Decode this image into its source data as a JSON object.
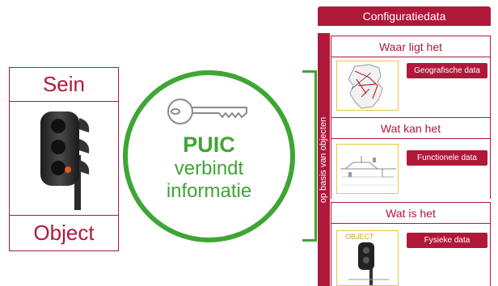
{
  "left_card": {
    "top_label": "Sein",
    "bottom_label": "Object"
  },
  "center": {
    "title": "PUIC",
    "line1": "verbindt",
    "line2": "informatie"
  },
  "right": {
    "header": "Configuratiedata",
    "vertical_label": "op basis van objecten",
    "sections": [
      {
        "title": "Waar ligt het",
        "badge": "Geografische data"
      },
      {
        "title": "Wat kan het",
        "badge": "Functionele data"
      },
      {
        "title": "Wat is het",
        "badge": "Fysieke data",
        "thumb_tag": "OBJECT"
      }
    ]
  },
  "colors": {
    "accent_red": "#b0183a",
    "accent_green": "#3fa535"
  },
  "icons": [
    "traffic-signal-icon",
    "key-icon",
    "netherlands-map-thumbnail",
    "functional-diagram-thumbnail",
    "signal-object-thumbnail"
  ]
}
